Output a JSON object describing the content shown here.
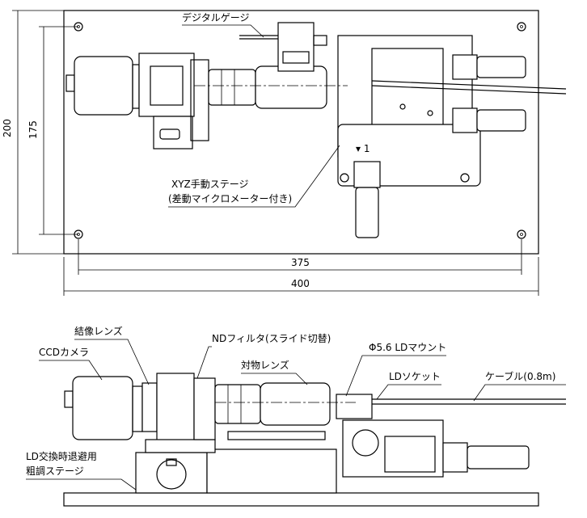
{
  "top_view": {
    "labels": {
      "digital_gauge": "デジタルゲージ",
      "xyz_stage_line1": "XYZ手動ステージ",
      "xyz_stage_line2": "(差動マイクロメーター付き)"
    },
    "dimensions": {
      "height_outer": "200",
      "height_inner": "175",
      "width_inner": "375",
      "width_outer": "400"
    },
    "stage_marks": "▾ 1"
  },
  "side_view": {
    "labels": {
      "imaging_lens": "結像レンズ",
      "ccd_camera": "CCDカメラ",
      "nd_filter": "NDフィルタ(スライド切替)",
      "objective_lens": "対物レンズ",
      "ld_mount": "Φ5.6 LDマウント",
      "ld_socket": "LDソケット",
      "cable": "ケーブル(0.8m)",
      "coarse_stage_line1": "LD交換時退避用",
      "coarse_stage_line2": "粗調ステージ"
    }
  }
}
